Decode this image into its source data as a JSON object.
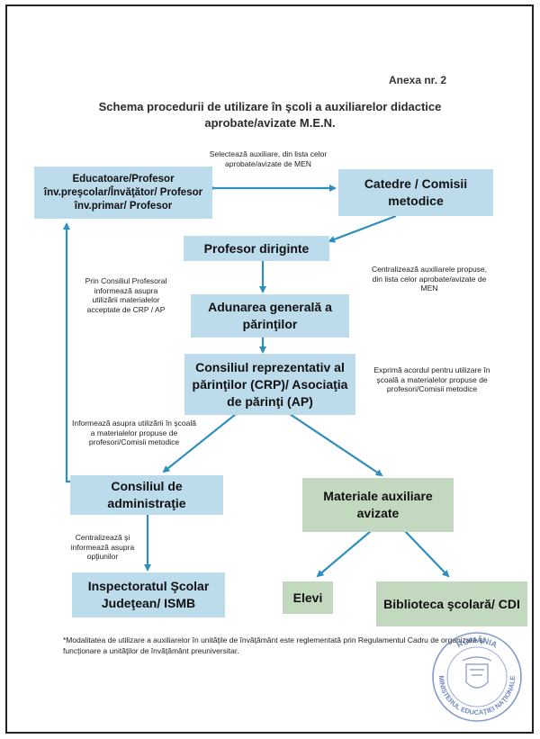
{
  "annex": "Anexa nr. 2",
  "title_line1": "Schema procedurii de utilizare în şcoli a auxiliarelor didactice",
  "title_line2": "aprobate/avizate M.E.N.",
  "boxes": {
    "educatoare": "Educatoare/Profesor înv.preşcolar/Învăţător/ Profesor înv.primar/ Profesor",
    "catedre": "Catedre / Comisii metodice",
    "diriginte": "Profesor diriginte",
    "adunarea": "Adunarea generală a părinţilor",
    "crp": "Consiliul reprezentativ al părinţilor (CRP)/ Asociaţia de părinţi (AP)",
    "consiliul_admin": "Consiliul de administraţie",
    "materiale": "Materiale auxiliare avizate",
    "inspectoratul": "Inspectoratul Şcolar Judeţean/ ISMB",
    "elevi": "Elevi",
    "biblioteca": "Biblioteca şcolară/ CDI"
  },
  "notes": {
    "selecteaza": "Selectează auxiliare, din lista celor aprobate/avizate de MEN",
    "centralizeaza1": "Centralizează auxiliarele propuse, din lista celor aprobate/avizate de MEN",
    "prin_consiliul": "Prin Consiliul Profesoral informează asupra utilizării materialelor acceptate de CRP / AP",
    "exprima": "Exprimă acordul pentru utilizare în şcoală a materialelor propuse de profesori/Comisii metodice",
    "informeaza": "Informează asupra utilizării în şcoală a materialelor propuse de profesori/Comisii metodice",
    "centralizeaza2": "Centralizează şi informează asupra opţiunilor"
  },
  "footnote": "*Modalitatea de utilizare a auxiliarelor în unităţile de învăţământ este reglementată prin Regulamentul Cadru de organizare şi funcţionare a unităţilor de învăţământ preuniversitar.",
  "stamp": {
    "top_text": "ROMÂNIA",
    "bottom_text": "MINISTERUL EDUCAŢIEI NAŢIONALE"
  },
  "colors": {
    "blue_box": "#bcdcec",
    "green_box": "#c3d9bf",
    "arrow": "#2e8fbf"
  }
}
